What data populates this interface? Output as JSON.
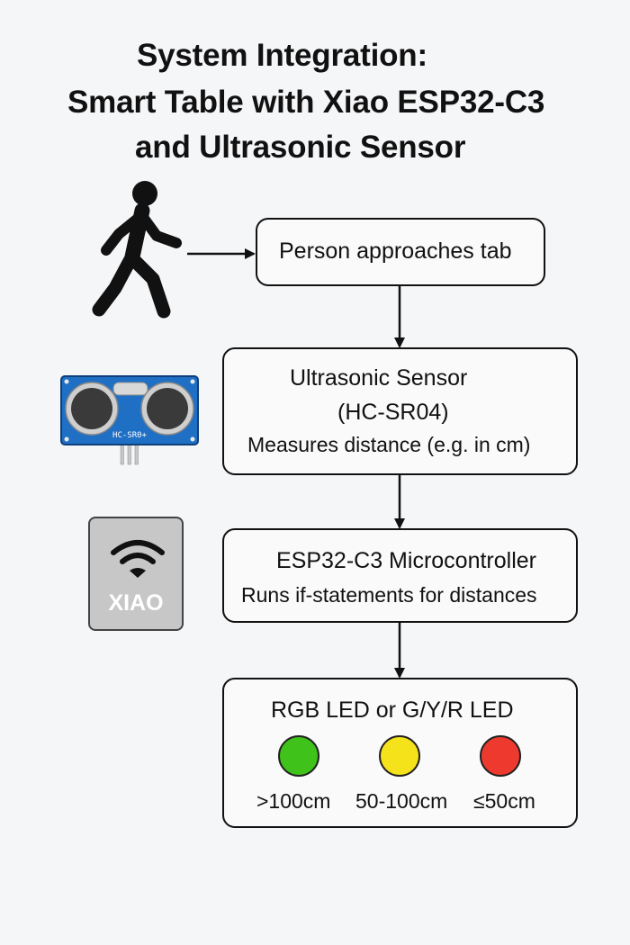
{
  "title": {
    "line1": "System Integration:",
    "line2": "Smart Table with Xiao ESP32-C3",
    "line3": "and Ultrasonic Sensor"
  },
  "steps": {
    "person": {
      "text": "Person approaches tab",
      "icon": "walking-person-icon"
    },
    "sensor": {
      "line1": "Ultrasonic Sensor",
      "line2": "(HC-SR04)",
      "line3": "Measures distance (e.g. in cm)",
      "icon": "ultrasonic-sensor-icon",
      "board_label": "HC-SR0+"
    },
    "mcu": {
      "line1": "ESP32-C3 Microcontroller",
      "line2": "Runs if-statements for distances",
      "icon": "xiao-board-icon",
      "board_label": "XIAO"
    },
    "led": {
      "title": "RGB LED or G/Y/R LED",
      "indicators": [
        {
          "label": ">100cm",
          "color": "#3fc21a"
        },
        {
          "label": "50-100cm",
          "color": "#f5e21b"
        },
        {
          "label": "≤50cm",
          "color": "#ee3a2e"
        }
      ]
    }
  },
  "colors": {
    "background": "#f5f6f8",
    "sensor_board": "#1f6fc4",
    "xiao_board": "#c7c7c7"
  }
}
